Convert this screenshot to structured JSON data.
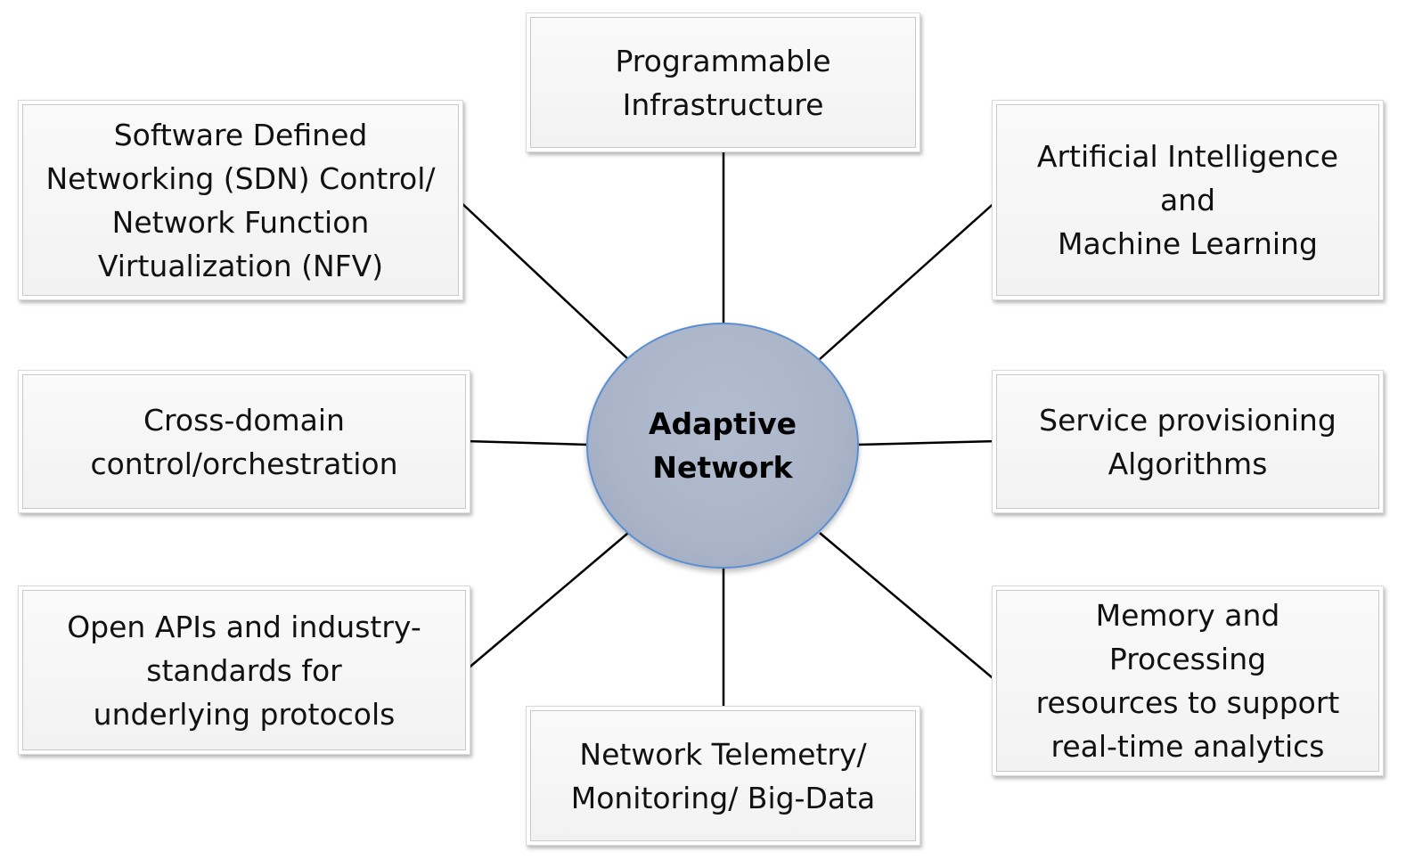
{
  "hub": {
    "label": "Adaptive\nNetwork"
  },
  "nodes": {
    "programmable_infrastructure": "Programmable\nInfrastructure",
    "sdn_nfv": "Software Defined\nNetworking (SDN) Control/\nNetwork Function\nVirtualization (NFV)",
    "ai_ml": "Artificial Intelligence\nand\nMachine Learning",
    "cross_domain": "Cross-domain\ncontrol/orchestration",
    "service_provisioning": "Service provisioning\nAlgorithms",
    "open_apis": "Open APIs and industry-\nstandards for\nunderlying protocols",
    "memory_processing": "Memory and\nProcessing\nresources to support\nreal-time analytics",
    "telemetry": "Network Telemetry/\nMonitoring/ Big-Data"
  },
  "colors": {
    "hub_fill": "#aab5c9",
    "hub_border": "#5b8fd1",
    "connector": "#000000",
    "box_fill": "#f5f5f5"
  }
}
